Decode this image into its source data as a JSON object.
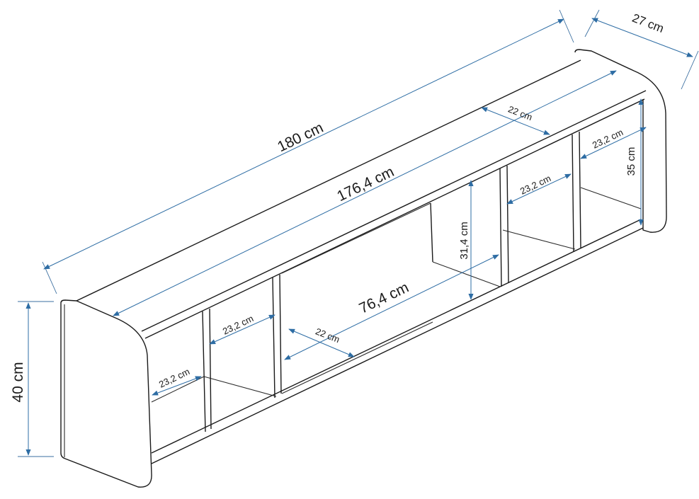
{
  "dimensions": {
    "total_length": "180 cm",
    "inner_length": "176,4 cm",
    "depth": "27 cm",
    "inner_depth_right": "22 cm",
    "inner_depth_middle": "22 cm",
    "total_height": "40 cm",
    "right_height": "35 cm",
    "middle_height": "31,4 cm",
    "middle_width": "76,4 cm",
    "cubby_left_1": "23,2 cm",
    "cubby_left_2": "23,2 cm",
    "cubby_right_1": "23,2 cm",
    "cubby_right_2": "23,2 cm"
  },
  "colors": {
    "dimension_line": "#2e6da4",
    "outline": "#1a1a1a"
  }
}
